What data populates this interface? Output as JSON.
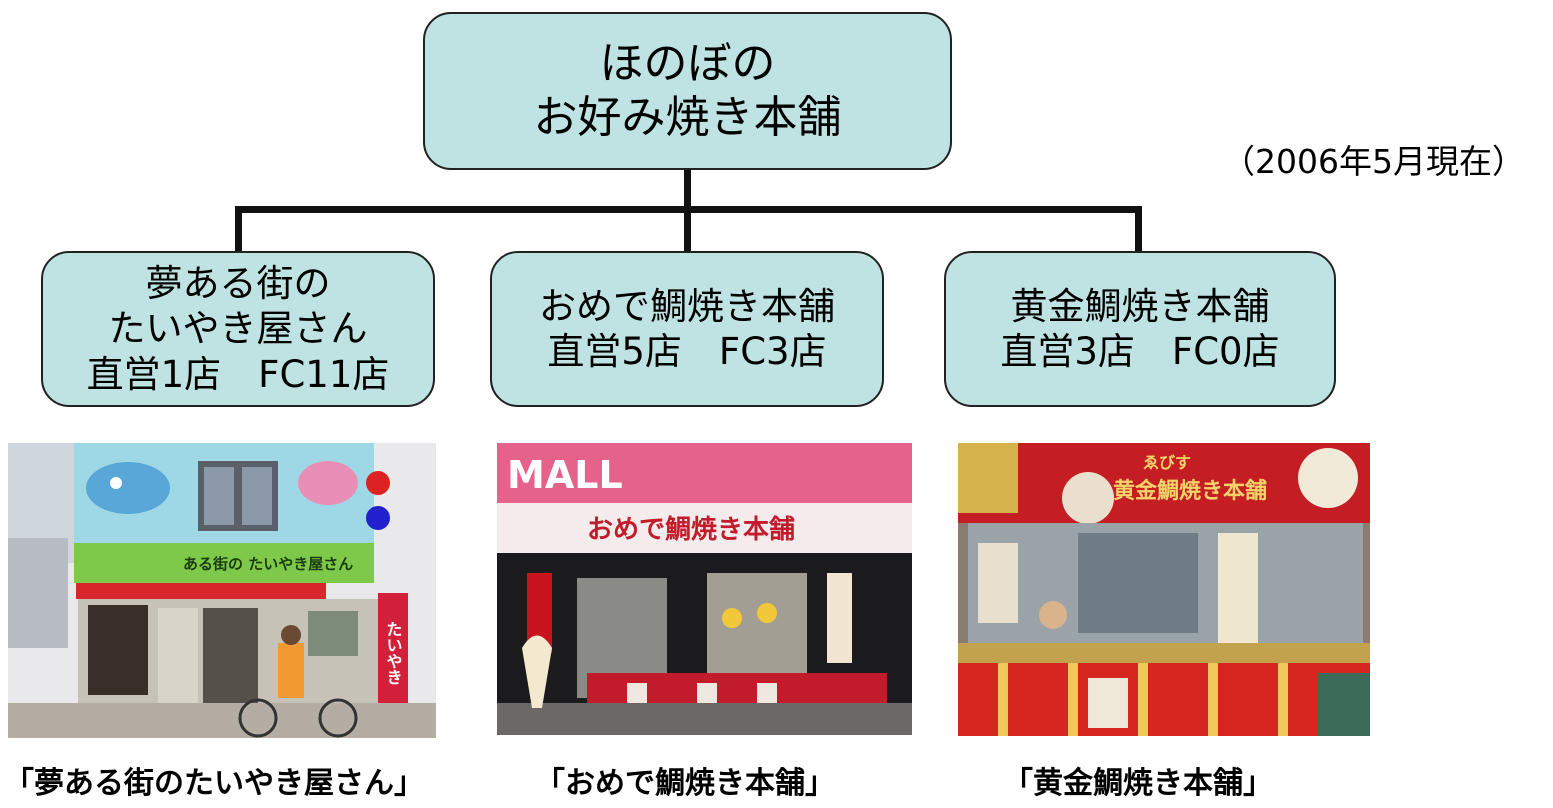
{
  "root": {
    "label": "ほのぼの\nお好み焼き本舗"
  },
  "date_note": "（2006年5月現在）",
  "children": [
    {
      "label": "夢ある街の\nたいやき屋さん\n直営1店　FC11店",
      "caption": "「夢ある街のたいやき屋さん」",
      "sign_text": "ある街の たいやき屋さん",
      "banner_text": "たいやき"
    },
    {
      "label": "おめで鯛焼き本舗\n直営5店　FC3店",
      "caption": "「おめで鯛焼き本舗」",
      "sign_text": "おめで鯛焼き本舗",
      "banner_text": "MALL"
    },
    {
      "label": "黄金鯛焼き本舗\n直営3店　FC0店",
      "caption": "「黄金鯛焼き本舗」",
      "sign_text": "黄金鯛焼き本舗",
      "banner_text": "ゑびす"
    }
  ],
  "colors": {
    "node_fill": "#bfe3e3",
    "connector": "#111111"
  }
}
